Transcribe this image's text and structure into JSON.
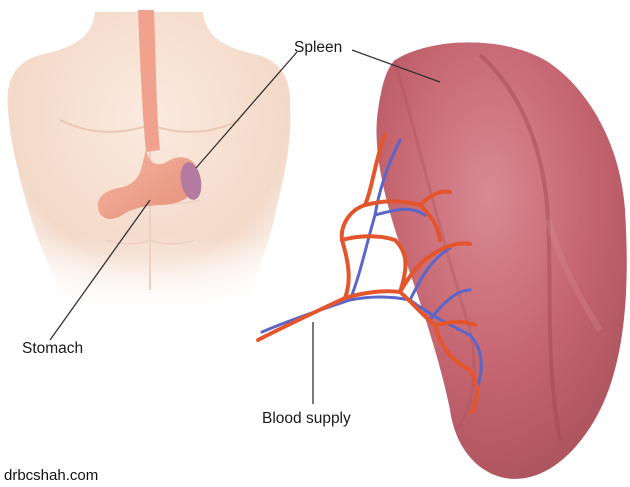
{
  "labels": {
    "spleen": "Spleen",
    "stomach": "Stomach",
    "blood_supply": "Blood supply"
  },
  "watermark": "drbcshah.com",
  "colors": {
    "skin": "#f6dfd0",
    "esophagus": "#f0a28e",
    "stomach": "#eea590",
    "spleen_main": "#c2636f",
    "spleen_dark": "#a34a56",
    "artery": "#e4552c",
    "vein": "#5a66c8",
    "leader_line": "#333333"
  }
}
